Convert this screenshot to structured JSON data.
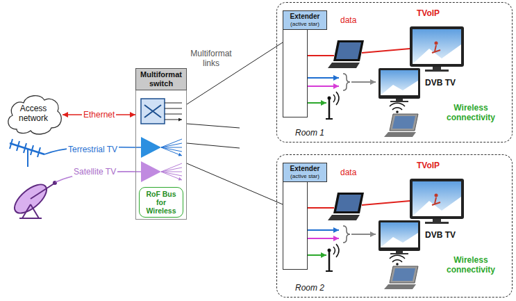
{
  "diagram": {
    "nodes": [
      {
        "text": [
          "Access network"
        ]
      },
      {
        "text": [
          "Multiformat switch"
        ]
      },
      {
        "text": [
          "RoF Bus for Wireless"
        ],
        "in": 1
      },
      {
        "text": [
          "Room 1"
        ]
      },
      {
        "text": [
          "Extender",
          "(active star)"
        ],
        "in": 3
      },
      {
        "text": [
          "Room 2"
        ]
      },
      {
        "text": [
          "Extender",
          "(active star)"
        ],
        "in": 5
      }
    ],
    "edges": [
      {
        "from": 0,
        "to": 1,
        "label": "Ethernet",
        "arrow": "both"
      },
      {
        "from": 1,
        "to": 4,
        "arrow": "none"
      },
      {
        "from": 1,
        "to": 6,
        "arrow": "none"
      }
    ],
    "labels": [
      "Terrestrial TV",
      "Satellite TV",
      "Multiformat links",
      "data",
      "TVoIP",
      "DVB TV",
      "Wireless connectivity",
      "data",
      "TVoIP",
      "DVB TV",
      "Wireless connectivity"
    ]
  }
}
